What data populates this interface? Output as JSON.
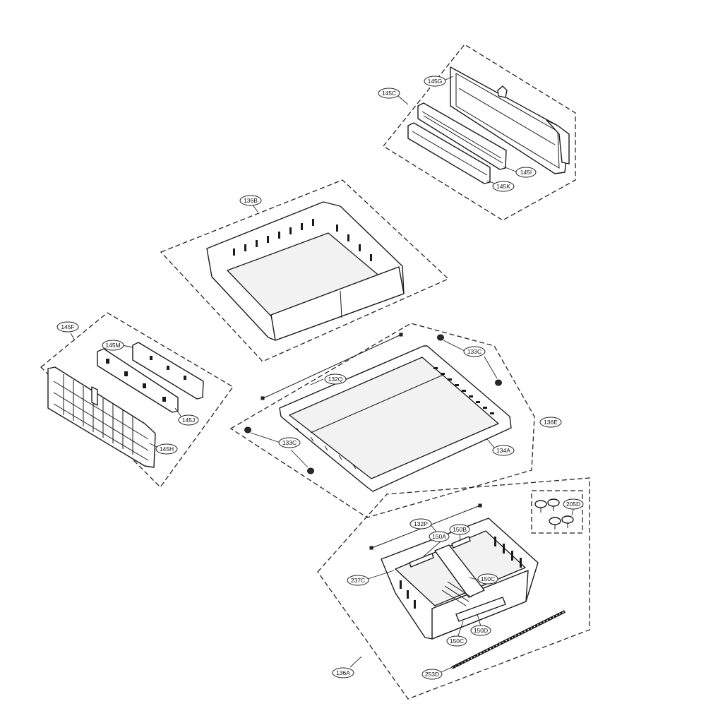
{
  "labels": {
    "l145C": "145C",
    "l145G": "145G",
    "l145I": "145I",
    "l145K": "145K",
    "l136B": "136B",
    "l145F": "145F",
    "l145M": "145M",
    "l145J": "145J",
    "l145H": "145H",
    "l133C_top": "133C",
    "l132Q": "132Q",
    "l136E": "136E",
    "l133C_left": "133C",
    "l134A": "134A",
    "l205D": "205D",
    "l132P": "132P",
    "l150A": "150A",
    "l150B": "150B",
    "l237C": "237C",
    "l150C_inner": "150C",
    "l150D": "150D",
    "l150C_bottom": "150C",
    "l253D": "253D",
    "l136A": "136A"
  }
}
